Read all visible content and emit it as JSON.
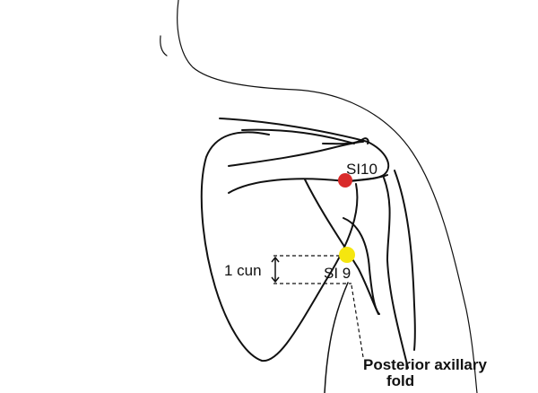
{
  "labels": {
    "si10": "SI10",
    "si9": "SI 9",
    "cun": "1 cun",
    "fold_line1": "Posterior axillary",
    "fold_line2": "fold"
  },
  "points": {
    "si10_color": "#d92a2a",
    "si9_color": "#f5e60f"
  }
}
